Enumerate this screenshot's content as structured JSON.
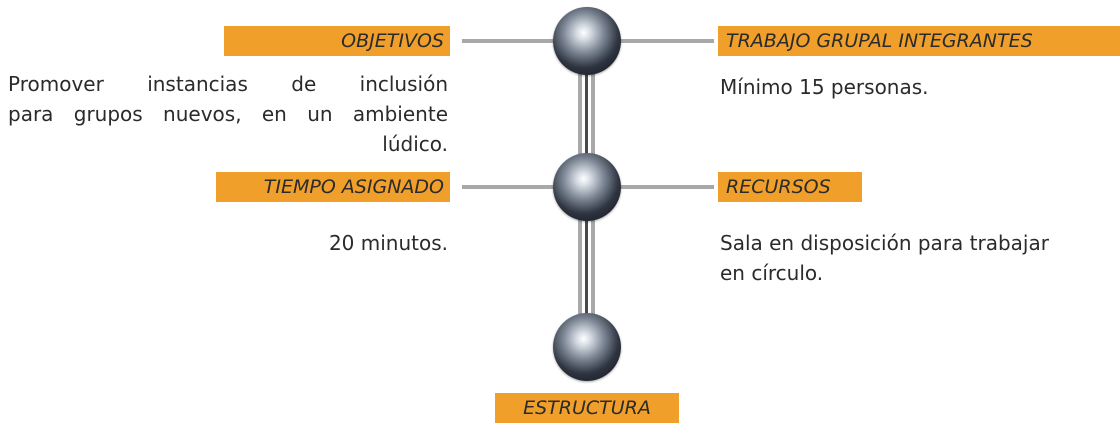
{
  "nodes": {
    "objetivos": {
      "label": "OBJETIVOS",
      "text_lines": [
        "Promover instancias de inclusión",
        "para grupos nuevos, en un ambiente",
        "lúdico."
      ]
    },
    "trabajo_grupal": {
      "label": "TRABAJO GRUPAL INTEGRANTES",
      "text_lines": [
        "Mínimo 15 personas."
      ]
    },
    "tiempo": {
      "label": "TIEMPO ASIGNADO",
      "text_lines": [
        "20 minutos."
      ]
    },
    "recursos": {
      "label": "RECURSOS",
      "text_lines": [
        "Sala en disposición para trabajar",
        "en círculo."
      ]
    },
    "estructura": {
      "label": "ESTRUCTURA"
    }
  },
  "colors": {
    "tag_background": "#f0a02a",
    "connector": "#a8a8a8",
    "sphere": "#2e3440"
  }
}
